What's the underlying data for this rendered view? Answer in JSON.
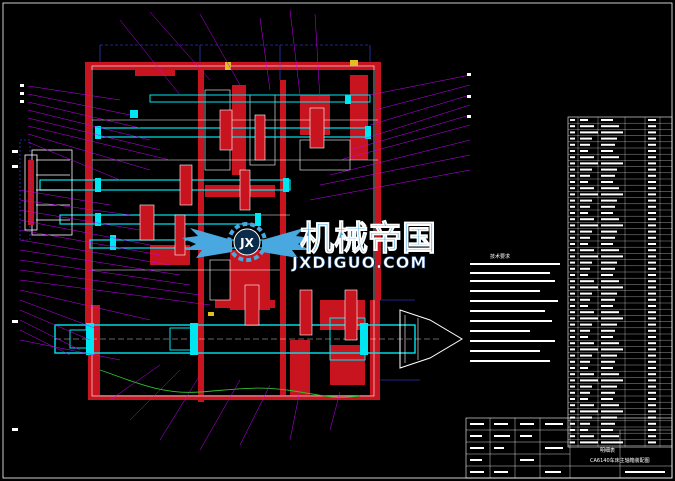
{
  "watermark": {
    "title": "机械帝国",
    "subtitle": "JXDIGUO.COM",
    "logo_letters": "JX"
  },
  "drawing": {
    "tech_req_title": "技术要求",
    "parts_list_header": "明细表",
    "title_block_name": "CA6140车床主轴箱装配图",
    "colors": {
      "background": "#000000",
      "section_fill": "#c8141e",
      "shaft_cyan": "#00e6f0",
      "leader_magenta": "#c800ff",
      "line_white": "#ffffff",
      "line_green": "#30c030",
      "line_blue": "#3a4cff",
      "watermark_blue": "#4aa8e0"
    }
  }
}
